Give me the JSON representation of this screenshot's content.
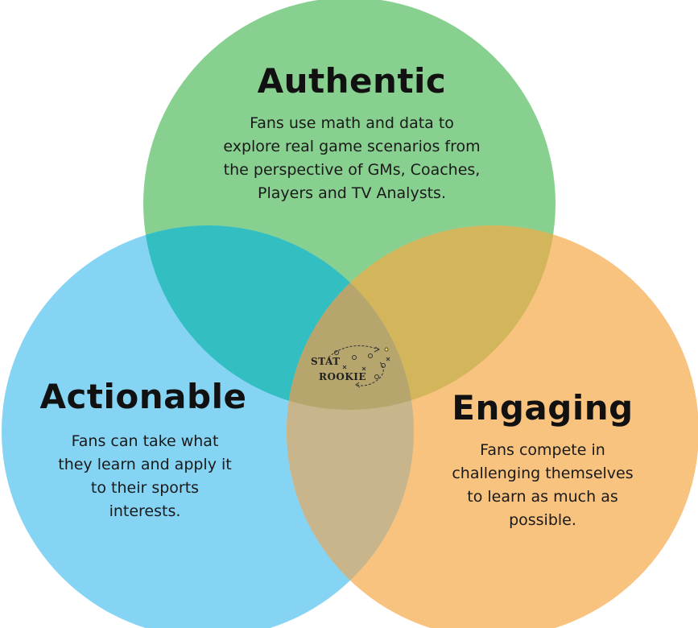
{
  "colors": {
    "authentic": "#88d08f",
    "actionable": "#85d4f4",
    "engaging": "#f8c27f",
    "authentic_actionable": "#33bfc2",
    "authentic_engaging": "#d3b65b",
    "actionable_engaging": "#c9b58c",
    "center": "#b6a66d"
  },
  "circles": {
    "authentic": {
      "title": "Authentic",
      "lines": [
        "Fans use math and data to",
        "explore real game scenarios from",
        "the perspective of GMs, Coaches,",
        "Players and TV Analysts."
      ]
    },
    "actionable": {
      "title": "Actionable",
      "lines": [
        "Fans can take what",
        "they learn and apply it",
        "to their sports",
        "interests."
      ]
    },
    "engaging": {
      "title": "Engaging",
      "lines": [
        "Fans compete in",
        "challenging themselves",
        "to learn as much as",
        "possible."
      ]
    }
  },
  "logo": {
    "line1": "STAT",
    "line2": "ROOKIE"
  }
}
